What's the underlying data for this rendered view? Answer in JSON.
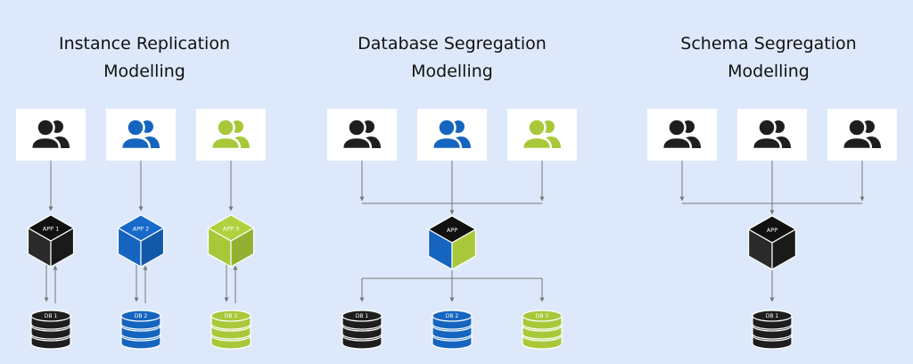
{
  "colors": {
    "background": "#dde9fb",
    "black": "#1e1e1e",
    "blue": "#1565c0",
    "green": "#a8c83a",
    "line": "#777777"
  },
  "sections": [
    {
      "title_line1": "Instance Replication",
      "title_line2": "Modelling",
      "users": [
        {
          "icon": "users-icon",
          "color": "black"
        },
        {
          "icon": "users-icon",
          "color": "blue"
        },
        {
          "icon": "users-icon",
          "color": "green"
        }
      ],
      "apps": [
        {
          "label": "APP 1",
          "color": "black"
        },
        {
          "label": "APP 2",
          "color": "blue"
        },
        {
          "label": "APP 3",
          "color": "green"
        }
      ],
      "databases": [
        {
          "label": "DB 1",
          "color": "black"
        },
        {
          "label": "DB 2",
          "color": "blue"
        },
        {
          "label": "DB 3",
          "color": "green"
        }
      ]
    },
    {
      "title_line1": "Database Segregation",
      "title_line2": "Modelling",
      "users": [
        {
          "icon": "users-icon",
          "color": "black"
        },
        {
          "icon": "users-icon",
          "color": "blue"
        },
        {
          "icon": "users-icon",
          "color": "green"
        }
      ],
      "apps": [
        {
          "label": "APP",
          "color": "blue-green"
        }
      ],
      "databases": [
        {
          "label": "DB 1",
          "color": "black"
        },
        {
          "label": "DB 2",
          "color": "blue"
        },
        {
          "label": "DB 3",
          "color": "green"
        }
      ]
    },
    {
      "title_line1": "Schema Segregation",
      "title_line2": "Modelling",
      "users": [
        {
          "icon": "users-icon",
          "color": "black"
        },
        {
          "icon": "users-icon",
          "color": "black"
        },
        {
          "icon": "users-icon",
          "color": "black"
        }
      ],
      "apps": [
        {
          "label": "APP",
          "color": "black"
        }
      ],
      "databases": [
        {
          "label": "DB 1",
          "color": "black"
        }
      ]
    }
  ]
}
